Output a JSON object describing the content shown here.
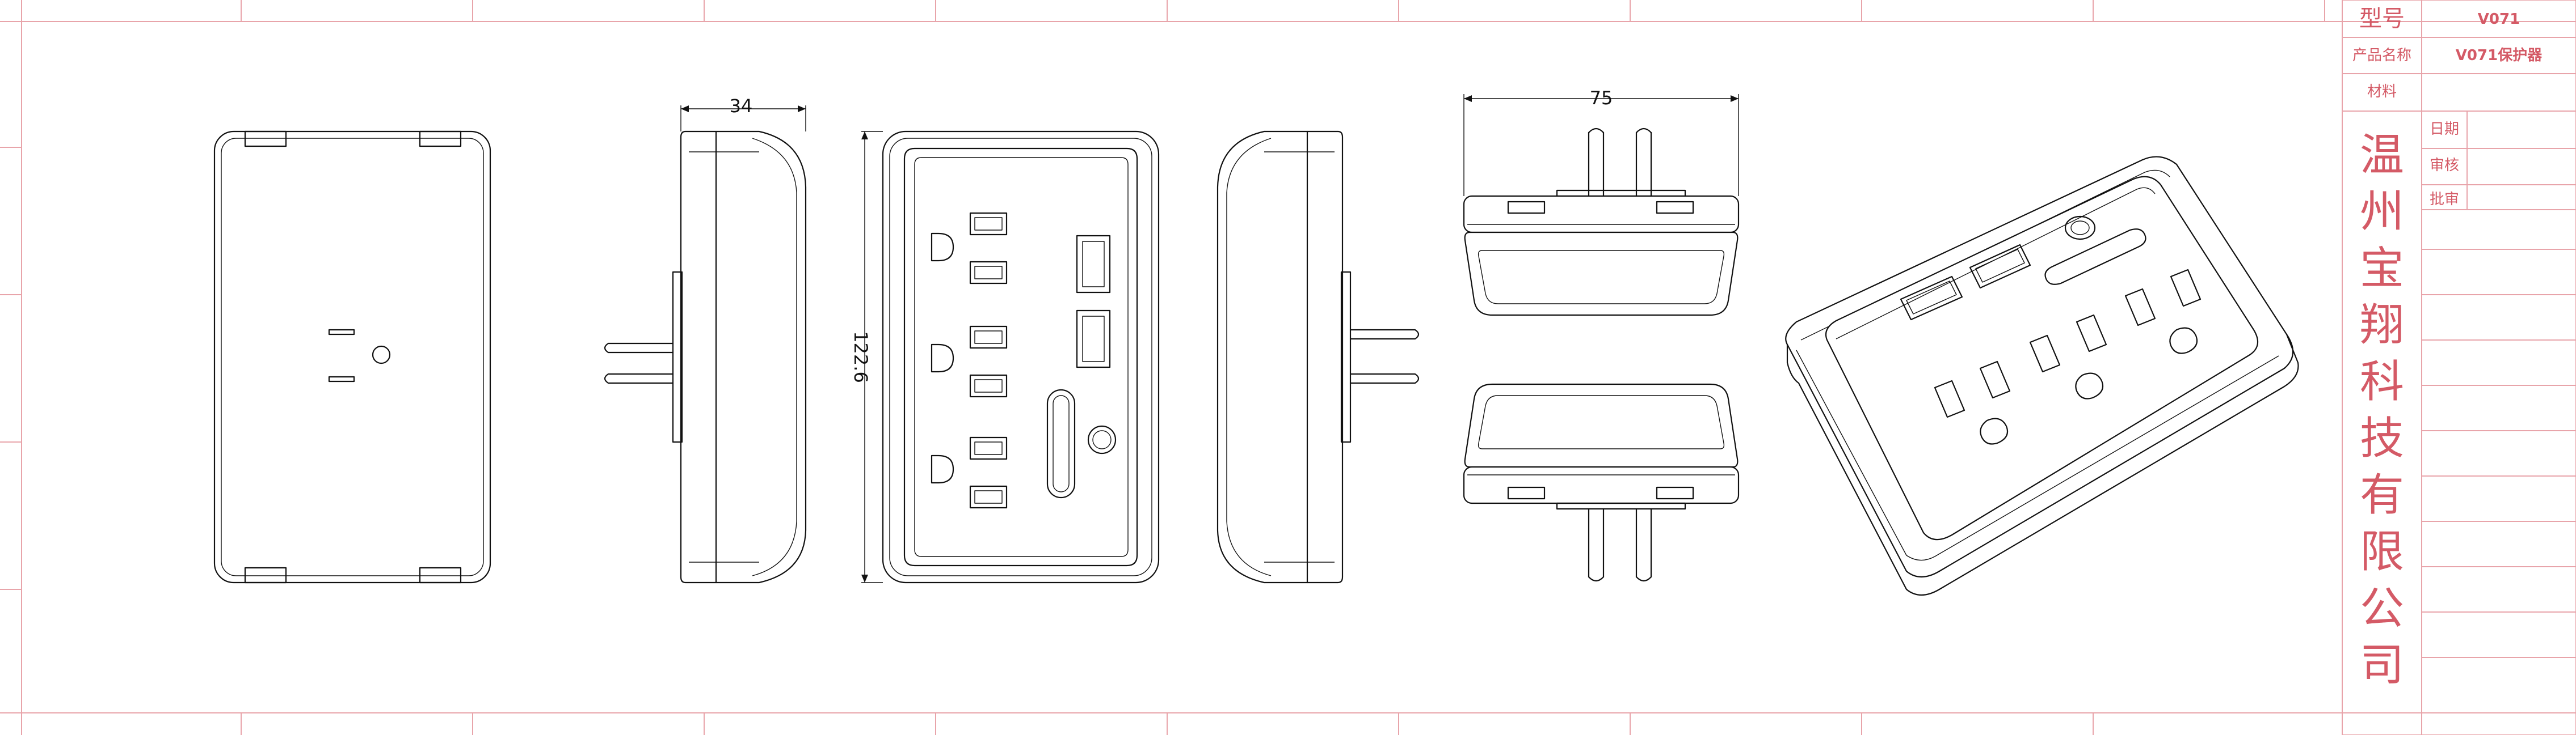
{
  "title_block": {
    "model_label": "型号",
    "model_value": "V071",
    "product_name_label": "产品名称",
    "product_name_value": "V071保护器",
    "material_label": "材料",
    "date_label": "日期",
    "review_label": "审核",
    "approve_label": "批审",
    "company_chars": [
      "温",
      "州",
      "宝",
      "翔",
      "科",
      "技",
      "有",
      "限",
      "公",
      "司"
    ]
  },
  "dimensions": {
    "side_width": "34",
    "height": "122.6",
    "top_width": "75"
  },
  "colors": {
    "frame": "#e8a4aa",
    "title_text": "#d45a66",
    "line": "#111111"
  }
}
